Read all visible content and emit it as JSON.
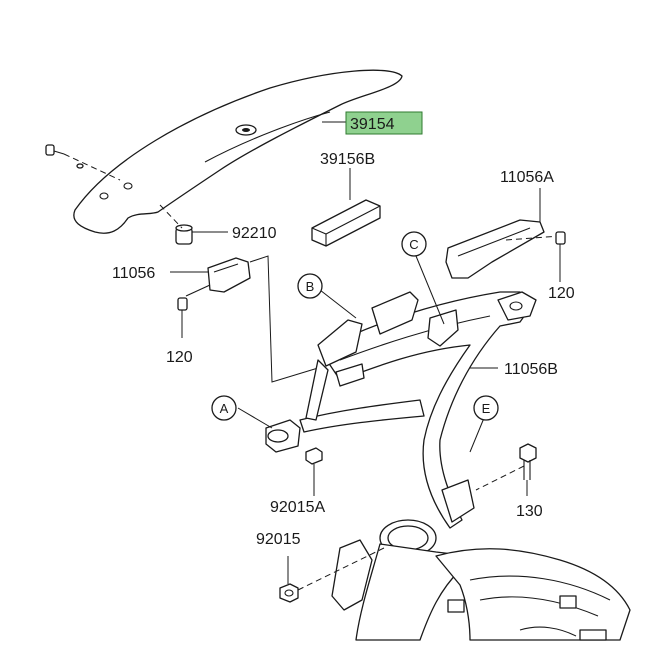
{
  "parts": {
    "p39154": "39154",
    "p39156B": "39156B",
    "p11056A": "11056A",
    "p92210": "92210",
    "p11056": "11056",
    "p120_left": "120",
    "p120_right": "120",
    "p11056B": "11056B",
    "p92015A": "92015A",
    "p130": "130",
    "p92015": "92015"
  },
  "callouts": {
    "a": "A",
    "b": "B",
    "c": "C",
    "e": "E"
  },
  "colors": {
    "highlight": "#8fd18f",
    "ink": "#1a1a1a",
    "background": "#ffffff"
  }
}
